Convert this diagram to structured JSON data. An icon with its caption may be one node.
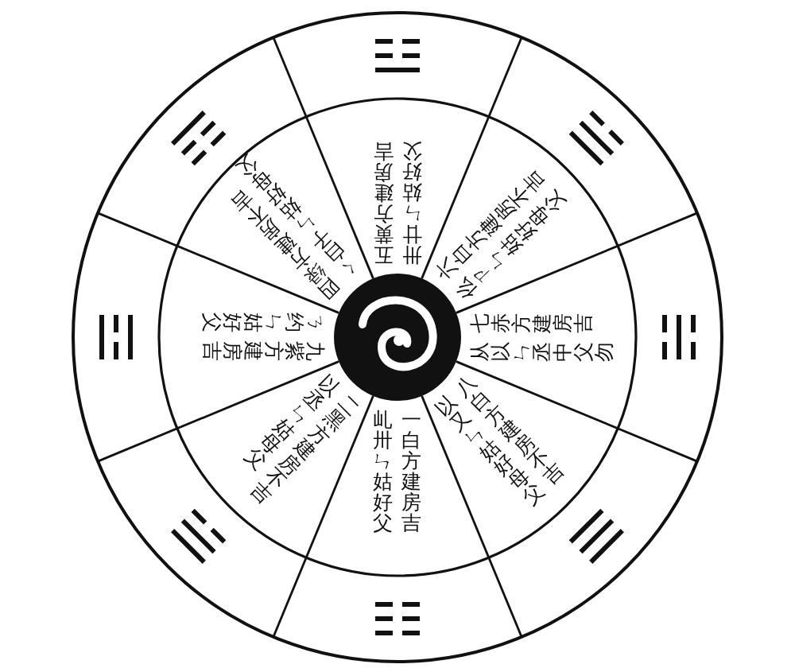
{
  "diagram": {
    "nodes": [
      {
        "text": [
          "卅廿ㄣ姑好父",
          "五黄方建房吉"
        ]
      },
      {
        "text": [
          "仫ㄗㄣ姑好母父",
          "六白方建房不吉"
        ]
      },
      {
        "text": [
          "从以ㄣ丞中父勿",
          "七赤方建房吉"
        ]
      },
      {
        "text": [
          "以又ㄣ姑好母父",
          "八白方建房不吉"
        ]
      },
      {
        "text": [
          "乢卅ㄣ姑好父",
          "一白方建房吉"
        ]
      },
      {
        "text": [
          "以丞ㄣ姑母父",
          "二黑方建房不吉"
        ]
      },
      {
        "text": [
          "ㄋ约ㄣ姑好父",
          "九紫方建房吉"
        ]
      },
      {
        "text": [
          "ㄑ白子ㄣ姑好母父",
          "四绿方建房不吉"
        ]
      }
    ]
  }
}
